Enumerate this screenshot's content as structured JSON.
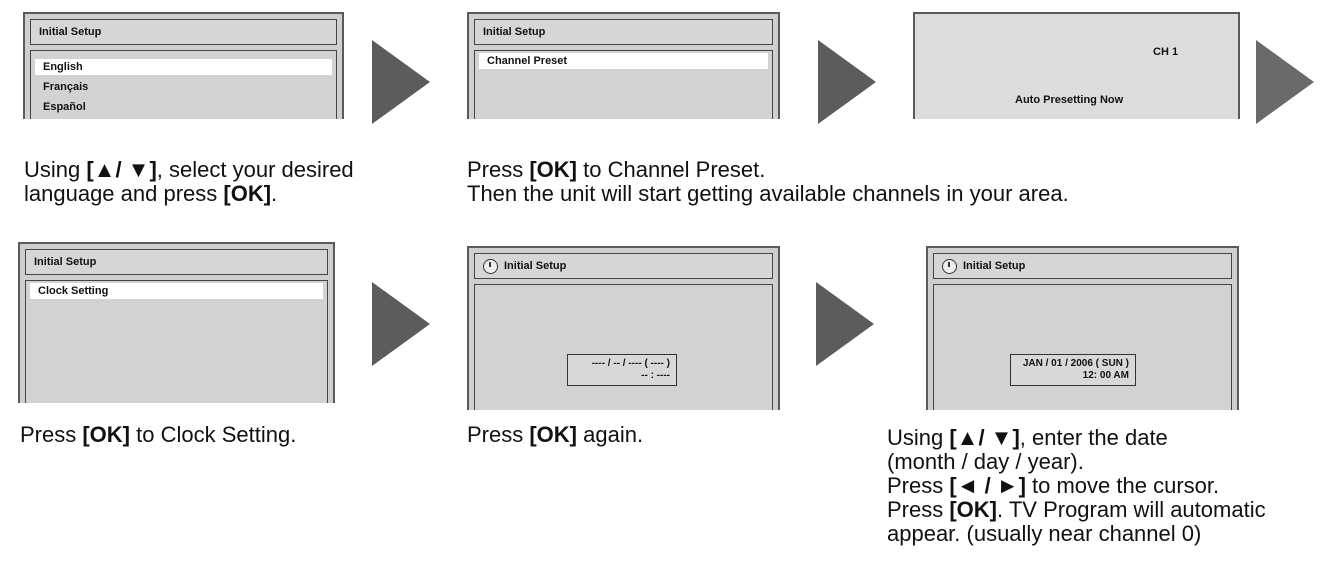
{
  "screens": {
    "language": {
      "title": "Initial Setup",
      "items": [
        "English",
        "Français",
        "Español"
      ]
    },
    "channel_preset": {
      "title": "Initial Setup",
      "items": [
        "Channel Preset"
      ]
    },
    "auto_presetting": {
      "channel": "CH 1",
      "message": "Auto Presetting Now"
    },
    "clock_setting": {
      "title": "Initial Setup",
      "items": [
        "Clock Setting"
      ]
    },
    "clock_blank": {
      "title": "Initial Setup",
      "date_line": "---- / -- / ---- ( ---- )",
      "time_line": "-- : ----"
    },
    "clock_filled": {
      "title": "Initial Setup",
      "date_line": "JAN / 01 / 2006 ( SUN )",
      "time_line": "12: 00  AM"
    }
  },
  "captions": {
    "step1": {
      "line1_a": "Using ",
      "line1_key": "[▲/ ▼]",
      "line1_b": ", select your desired",
      "line2_a": "language and press ",
      "line2_key": "[OK]",
      "line2_b": "."
    },
    "step2": {
      "line1_a": "Press ",
      "line1_key": "[OK]",
      "line1_b": " to Channel Preset.",
      "line2": "Then the unit will start getting available channels in your area."
    },
    "step3": {
      "a": "Press ",
      "key": "[OK]",
      "b": " to Clock Setting."
    },
    "step4": {
      "a": "Press ",
      "key": "[OK]",
      "b": " again."
    },
    "step5": {
      "line1_a": "Using ",
      "line1_key": "[▲/ ▼]",
      "line1_b": ", enter the date",
      "line2": "(month / day / year).",
      "line3_a": "Press ",
      "line3_key": "[◄ / ►]",
      "line3_b": " to move the cursor.",
      "line4_a": "Press ",
      "line4_key": "[OK]",
      "line4_b": ". TV Program will automatic",
      "line5": "appear. (usually near channel 0)"
    }
  }
}
